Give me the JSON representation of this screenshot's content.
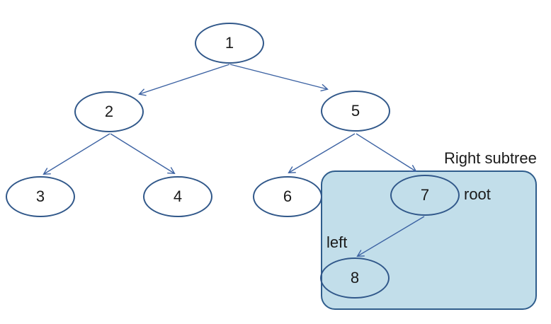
{
  "diagram": {
    "type": "binary-tree",
    "nodes": [
      {
        "label": "1"
      },
      {
        "label": "2"
      },
      {
        "label": "3"
      },
      {
        "label": "4"
      },
      {
        "label": "5"
      },
      {
        "label": "6"
      },
      {
        "label": "7"
      },
      {
        "label": "8"
      }
    ],
    "edges": [
      {
        "from": "1",
        "to": "2"
      },
      {
        "from": "1",
        "to": "5"
      },
      {
        "from": "2",
        "to": "3"
      },
      {
        "from": "2",
        "to": "4"
      },
      {
        "from": "5",
        "to": "6"
      },
      {
        "from": "5",
        "to": "7"
      },
      {
        "from": "7",
        "to": "8"
      }
    ],
    "annotations": {
      "right_subtree": "Right subtree",
      "root": "root",
      "left": "left"
    },
    "highlight": {
      "contains_nodes": [
        "7",
        "8"
      ]
    },
    "colors": {
      "node_border": "#31588A",
      "connector": "#3D63A3",
      "highlight_fill": "#C2DEEA",
      "highlight_border": "#2F5D8C",
      "text": "#1A1A1A",
      "background": "#FFFFFF"
    }
  }
}
